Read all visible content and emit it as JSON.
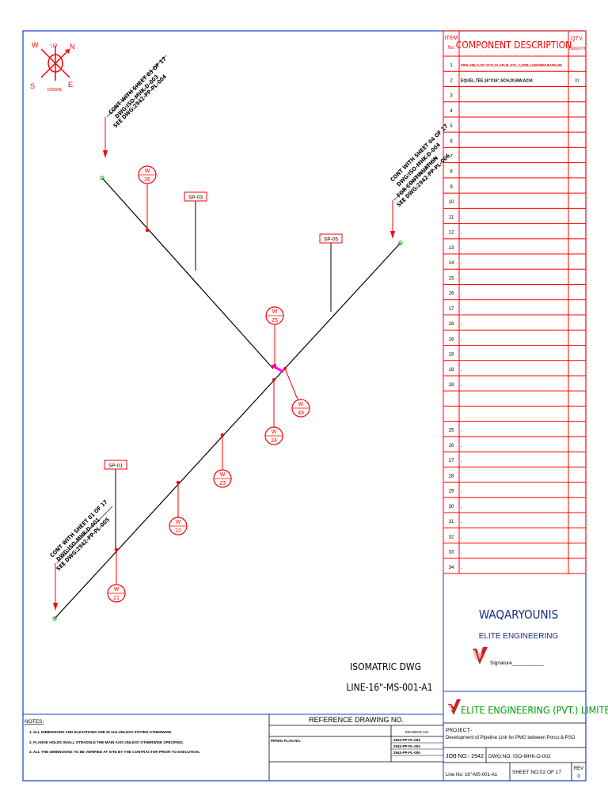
{
  "north_arrow": {
    "up": "UP",
    "down": "DOWN",
    "w": "W",
    "n": "N",
    "s": "S",
    "e": "E"
  },
  "continuations": [
    {
      "line1": "CONT WITH SHEET 03 OF 17",
      "line2": "DWG:ISO-MHK-D-003",
      "line3": "SEE DWG:2942-PP-PL-004"
    },
    {
      "line1": "CONT WITH SHEET 04 OF 17",
      "line2": "FOR CONTINUATION",
      "line3": "SEE DWG:2942-PP-PL-006",
      "line0": "DWG:ISO-MHK-D-004"
    },
    {
      "line1": "CONT WITH SHEET 01 OF 17",
      "line2": "DWG:ISO-MHK-D-001",
      "line3": "SEE DWG:2942-PP-PL-005"
    }
  ],
  "supports": [
    "SP-01",
    "SP-03",
    "SP-05"
  ],
  "welds": {
    "prefix": "W",
    "labels": [
      "21",
      "22",
      "23",
      "24",
      "25",
      "26",
      "49"
    ]
  },
  "drawing_title": {
    "line1": "ISOMATRIC DWG",
    "line2": "LINE-16\"-MS-001-A1"
  },
  "bom": {
    "header_item": "ITEM No.",
    "header_item_top": "ITEM",
    "header_item_bottom": "No.",
    "header_desc": "COMPONENT DESCRIPTION",
    "header_qty_top": "QTY.",
    "header_qty_bottom": "LENGTH",
    "rows": [
      {
        "no": "1",
        "desc": "PIPE,SMLS,16\",SCH,10,API,5L,PSL,2,GRB,L245N/BM,BARE,BE",
        "qty": ""
      },
      {
        "no": "2",
        "desc": "EQUEL,TEE,16\"X16\",SCH,20,BW,A234",
        "qty": "01"
      },
      {
        "no": "3",
        "desc": ".",
        "qty": ""
      },
      {
        "no": "4",
        "desc": ".",
        "qty": ""
      },
      {
        "no": "5",
        "desc": ".",
        "qty": ""
      },
      {
        "no": "6",
        "desc": ".",
        "qty": ""
      },
      {
        "no": "7",
        "desc": ".",
        "qty": ""
      },
      {
        "no": "8",
        "desc": ".",
        "qty": ""
      },
      {
        "no": "9",
        "desc": ".",
        "qty": ""
      },
      {
        "no": "10",
        "desc": ".",
        "qty": ""
      },
      {
        "no": "11",
        "desc": ".",
        "qty": ""
      },
      {
        "no": "12",
        "desc": ".",
        "qty": ""
      },
      {
        "no": "13",
        "desc": ".",
        "qty": ""
      },
      {
        "no": "14",
        "desc": ".",
        "qty": ""
      },
      {
        "no": "15",
        "desc": ".",
        "qty": ""
      },
      {
        "no": "16",
        "desc": ".",
        "qty": ""
      },
      {
        "no": "17",
        "desc": ".",
        "qty": ""
      },
      {
        "no": "18",
        "desc": ".",
        "qty": ""
      },
      {
        "no": "18",
        "desc": ".",
        "qty": ""
      },
      {
        "no": "18",
        "desc": ".",
        "qty": ""
      },
      {
        "no": "18",
        "desc": ".",
        "qty": ""
      },
      {
        "no": "18",
        "desc": ".",
        "qty": ""
      },
      {
        "no": "",
        "desc": "",
        "qty": ""
      },
      {
        "no": "",
        "desc": "",
        "qty": ""
      },
      {
        "no": "25",
        "desc": ".",
        "qty": ""
      },
      {
        "no": "26",
        "desc": ".",
        "qty": ""
      },
      {
        "no": "27",
        "desc": ".",
        "qty": ""
      },
      {
        "no": "28",
        "desc": ".",
        "qty": ""
      },
      {
        "no": "29",
        "desc": ".",
        "qty": ""
      },
      {
        "no": "30",
        "desc": ".",
        "qty": ""
      },
      {
        "no": "31",
        "desc": ".",
        "qty": ""
      },
      {
        "no": "32",
        "desc": ".",
        "qty": ""
      },
      {
        "no": "33",
        "desc": ".",
        "qty": ""
      },
      {
        "no": "34",
        "desc": ".",
        "qty": ""
      }
    ]
  },
  "approval": {
    "name": "WAQARYOUNIS",
    "company": "ELITE ENGINEERING",
    "signature": "Signature___________"
  },
  "company_banner": "ELITE ENGINEERING (PVT.) LIMITED",
  "notes": {
    "title": "NOTES:",
    "items": [
      "1. ALL DIMENSIONS AND ELEVATIONS ARE IN mm UNLESS STATED OTHERWISE.",
      "2. FLANGE HOLES SHALL STRADDLE THE MAIN AXIS UNLESS OTHERWISE SPECIFIED.",
      "3. ALL THE DIMENSIONS TO BE VERIFIED AT SITE BY THE CONTRACTOR PRIOR TO EXECUTION."
    ]
  },
  "reference": {
    "title": "REFERENCE DRAWING NO.",
    "col_header": "DRAWING NO.",
    "row_label": "PIPING PLAN NO.",
    "drawings": [
      "2942-PP-PL-003",
      "2942-PP-PL-004",
      "2942-PP-PL-005"
    ]
  },
  "title_block": {
    "project_label": "PROJECT:-",
    "project": "Development of Pipeline Link for PMG between Porco & PSO",
    "job_no": "JOB NO:- 2942",
    "dwg_no": "DWG:NO. ISO-MHK-D-002",
    "line_no": "Line No: 16\"-MS-001-A1",
    "sheet_no": "SHEET NO:02 OF 17",
    "rev_label": "REV",
    "rev": "0"
  },
  "colors": {
    "frame": "#1a3ccc",
    "red": "#ff0000",
    "black": "#000000",
    "green": "#00b400",
    "magenta": "#ff00ff"
  }
}
